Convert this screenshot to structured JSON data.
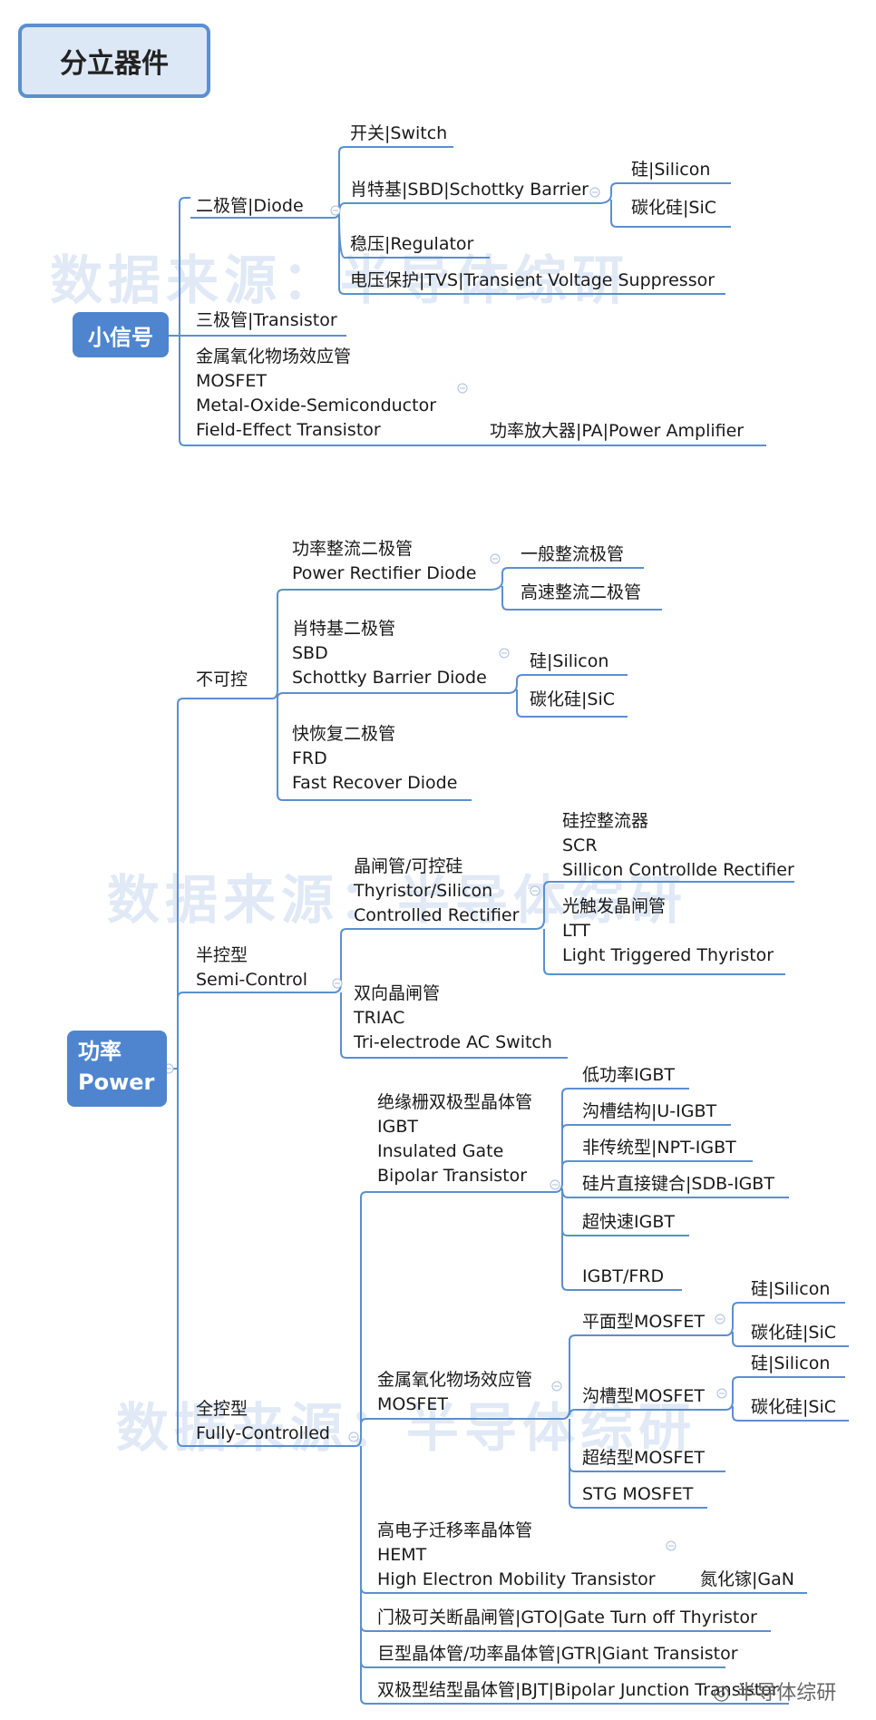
{
  "title": "分立器件",
  "watermark": "数据来源：半导体综研",
  "footer_logo": "半导体综研",
  "colors": {
    "accent": "#4f85cf",
    "line": "#5b8fd0",
    "watermark": "#bcd0ea"
  },
  "small_signal": {
    "root": "小信号",
    "diode": {
      "label": "二极管|Diode",
      "switch": "开关|Switch",
      "sbd": "肖特基|SBD|Schottky Barrier",
      "sbd_si": "硅|Silicon",
      "sbd_sic": "碳化硅|SiC",
      "regulator": "稳压|Regulator",
      "tvs": "电压保护|TVS|Transient Voltage Suppressor"
    },
    "transistor": "三极管|Transistor",
    "mosfet": {
      "lines": [
        "金属氧化物场效应管",
        "MOSFET",
        "Metal-Oxide-Semiconductor",
        "Field-Effect Transistor"
      ],
      "pa": "功率放大器|PA|Power Amplifier"
    }
  },
  "power": {
    "root_lines": [
      "功率",
      "Power"
    ],
    "uncontrolled": {
      "label": "不可控",
      "rectifier": {
        "lines": [
          "功率整流二极管",
          "Power Rectifier Diode"
        ],
        "children": [
          "一般整流极管",
          "高速整流二极管"
        ]
      },
      "sbd": {
        "lines": [
          "肖特基二极管",
          "SBD",
          "Schottky Barrier Diode"
        ],
        "children": [
          "硅|Silicon",
          "碳化硅|SiC"
        ]
      },
      "frd": {
        "lines": [
          "快恢复二极管",
          "FRD",
          "Fast Recover Diode"
        ]
      }
    },
    "semi": {
      "label_lines": [
        "半控型",
        "Semi-Control"
      ],
      "thyristor": {
        "lines": [
          "晶闸管/可控硅",
          "Thyristor/Silicon",
          "Controlled Rectifier"
        ],
        "scr": [
          "硅控整流器",
          "SCR",
          "Sillicon Controllde Rectifier"
        ],
        "ltt": [
          "光触发晶闸管",
          "LTT",
          "Light Triggered Thyristor"
        ]
      },
      "triac": {
        "lines": [
          "双向晶闸管",
          "TRIAC",
          "Tri-electrode AC Switch"
        ]
      }
    },
    "full": {
      "label_lines": [
        "全控型",
        "Fully-Controlled"
      ],
      "igbt": {
        "lines": [
          "绝缘栅双极型晶体管",
          "IGBT",
          "Insulated Gate",
          "Bipolar Transistor"
        ],
        "children": [
          "低功率IGBT",
          "沟槽结构|U-IGBT",
          "非传统型|NPT-IGBT",
          "硅片直接键合|SDB-IGBT",
          "超快速IGBT",
          "IGBT/FRD"
        ]
      },
      "mosfet": {
        "lines": [
          "金属氧化物场效应管",
          "MOSFET"
        ],
        "planar": {
          "label": "平面型MOSFET",
          "children": [
            "硅|Silicon",
            "碳化硅|SiC"
          ]
        },
        "trench": {
          "label": "沟槽型MOSFET",
          "children": [
            "硅|Silicon",
            "碳化硅|SiC"
          ]
        },
        "superjunction": "超结型MOSFET",
        "stg": "STG MOSFET"
      },
      "hemt": {
        "lines": [
          "高电子迁移率晶体管",
          "HEMT",
          "High Electron Mobility Transistor"
        ],
        "gan": "氮化镓|GaN"
      },
      "gto": "门极可关断晶闸管|GTO|Gate Turn off Thyristor",
      "gtr": "巨型晶体管/功率晶体管|GTR|Giant Transistor",
      "bjt": "双极型结型晶体管|BJT|Bipolar Junction Transistor"
    }
  }
}
